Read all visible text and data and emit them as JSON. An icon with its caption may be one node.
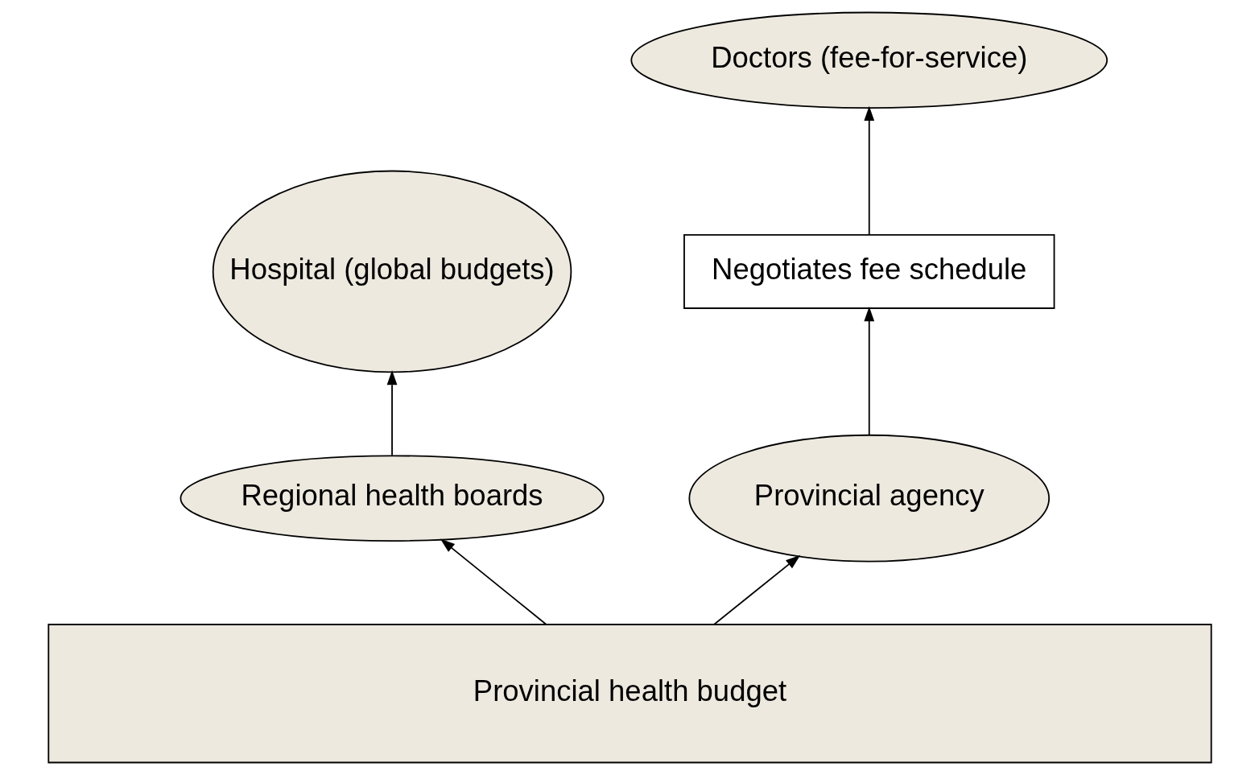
{
  "diagram": {
    "nodes": [
      {
        "text": [
          "Hospital (global budgets)"
        ]
      },
      {
        "text": [
          "Doctors (fee-for-service)"
        ]
      },
      {
        "text": [
          "Negotiates fee schedule"
        ]
      },
      {
        "text": [
          "Regional health boards"
        ]
      },
      {
        "text": [
          "Provincial agency"
        ]
      },
      {
        "text": [
          "Provincial health budget"
        ]
      }
    ],
    "edges": [
      {
        "from": 5,
        "to": 3,
        "arrow": "to"
      },
      {
        "from": 5,
        "to": 4,
        "arrow": "to"
      },
      {
        "from": 3,
        "to": 0,
        "arrow": "to"
      },
      {
        "from": 4,
        "to": 2,
        "arrow": "to"
      },
      {
        "from": 2,
        "to": 1,
        "arrow": "to"
      }
    ]
  }
}
